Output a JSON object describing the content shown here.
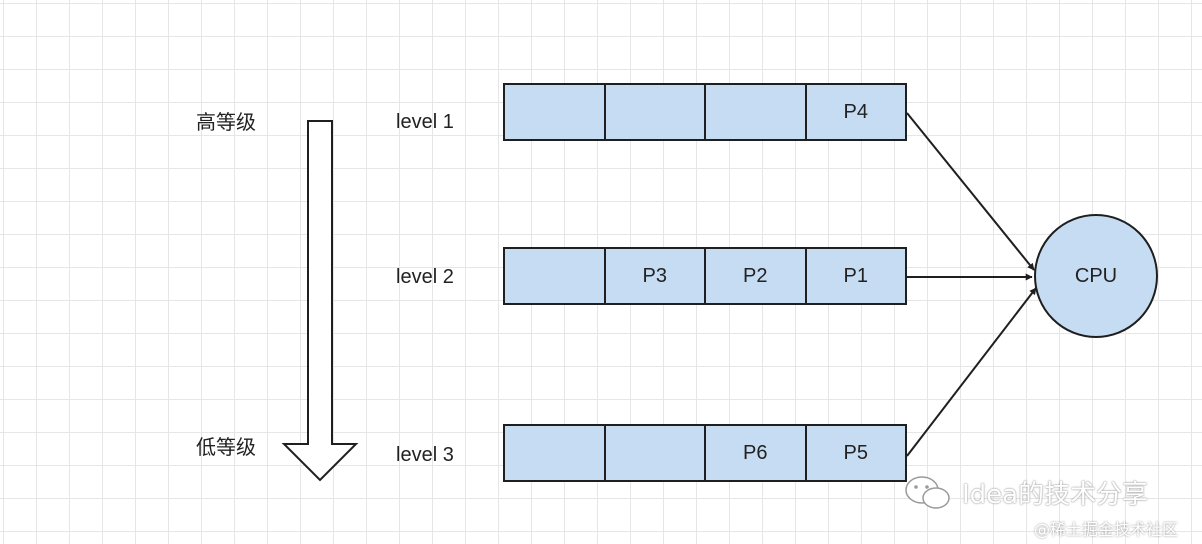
{
  "priority": {
    "high_label": "高等级",
    "low_label": "低等级"
  },
  "queues": [
    {
      "label": "level 1",
      "cells": [
        "",
        "",
        "",
        "P4"
      ]
    },
    {
      "label": "level 2",
      "cells": [
        "",
        "P3",
        "P2",
        "P1"
      ]
    },
    {
      "label": "level 3",
      "cells": [
        "",
        "",
        "P6",
        "P5"
      ]
    }
  ],
  "cpu": {
    "label": "CPU"
  },
  "watermark": {
    "text": "Idea的技术分享",
    "source": "@稀土掘金技术社区"
  },
  "colors": {
    "cell_fill": "#c6dcf2",
    "stroke": "#1f1f1f",
    "grid": "#e6e6e6"
  }
}
